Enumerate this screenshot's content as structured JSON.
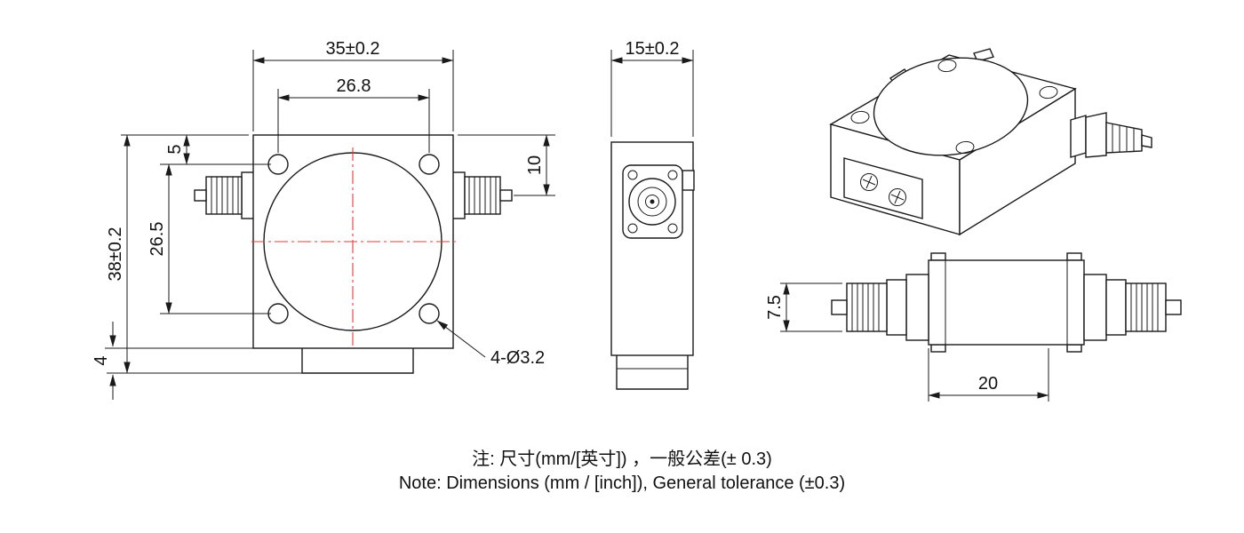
{
  "drawing": {
    "front_view": {
      "dim_width": "35±0.2",
      "dim_hole_span_h": "26.8",
      "dim_height": "38±0.2",
      "dim_hole_span_v": "26.5",
      "dim_hole_top_offset": "5",
      "dim_port_offset": "10",
      "dim_base_thickness": "4",
      "hole_callout": "4-Ø3.2"
    },
    "side_view": {
      "dim_depth": "15±0.2"
    },
    "profile_view": {
      "dim_connector_radius": "7.5",
      "dim_body_length": "20"
    },
    "notes": {
      "zh": "注: 尺寸(mm/[英寸]) ，一般公差(± 0.3)",
      "en": "Note: Dimensions (mm / [inch]), General tolerance (±0.3)"
    },
    "colors": {
      "line": "#1a1a1a",
      "centerline": "#e23b3b"
    }
  }
}
